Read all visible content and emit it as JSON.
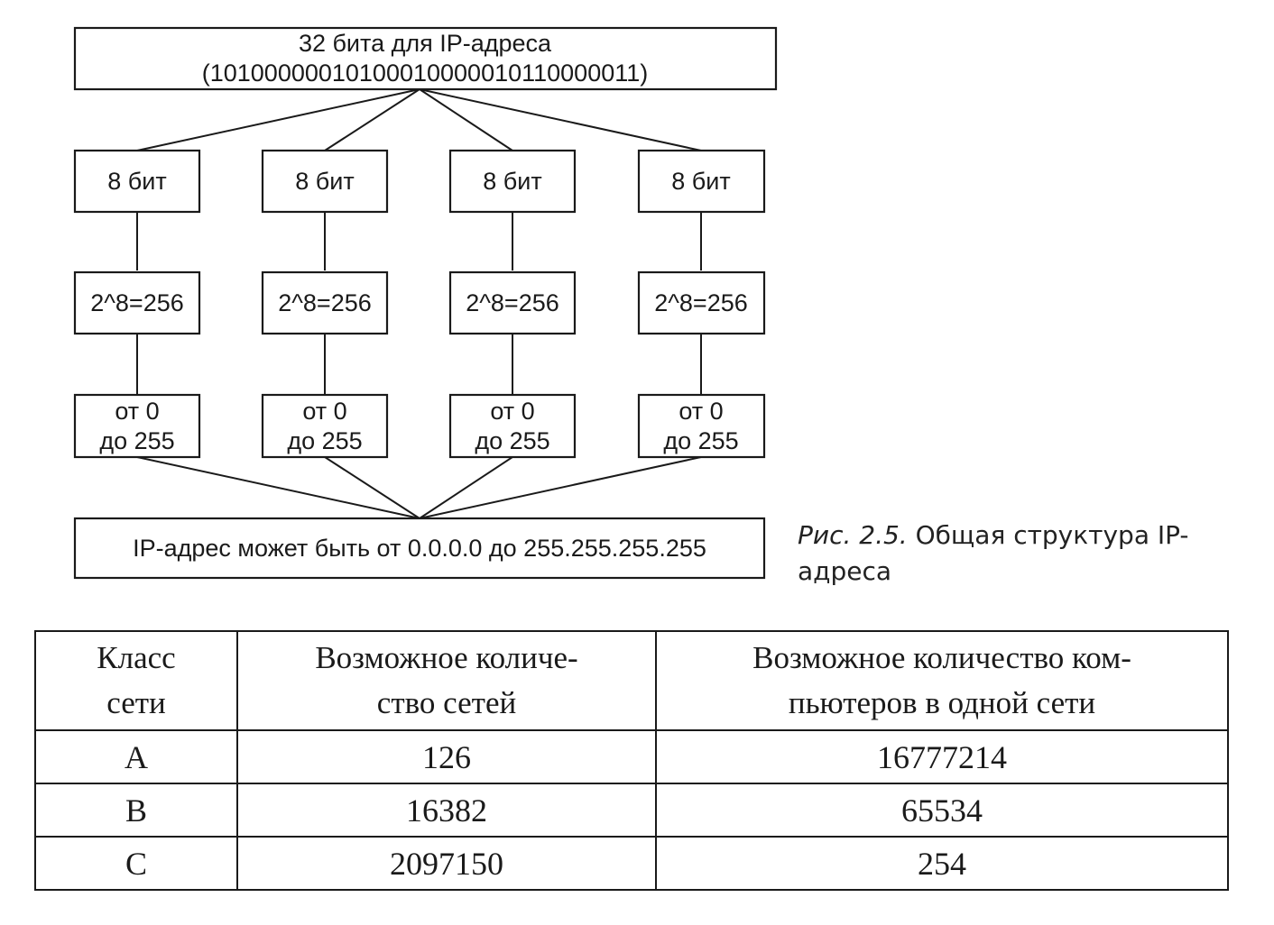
{
  "diagram": {
    "top_box": {
      "line1": "32 бита для IP-адреса",
      "line2": "(10100000010100010000010110000011)"
    },
    "octets": [
      {
        "bits": "8 бит",
        "formula": "2^8=256",
        "range_line1": "от 0",
        "range_line2": "до 255"
      },
      {
        "bits": "8 бит",
        "formula": "2^8=256",
        "range_line1": "от 0",
        "range_line2": "до 255"
      },
      {
        "bits": "8 бит",
        "formula": "2^8=256",
        "range_line1": "от 0",
        "range_line2": "до 255"
      },
      {
        "bits": "8 бит",
        "formula": "2^8=256",
        "range_line1": "от 0",
        "range_line2": "до 255"
      }
    ],
    "bottom_box": "IP-адрес может быть от 0.0.0.0 до 255.255.255.255"
  },
  "caption": {
    "number": "Рис. 2.5.",
    "text": "Общая структура IP-адреса"
  },
  "table": {
    "headers": [
      {
        "line1": "Класс",
        "line2": "сети"
      },
      {
        "line1": "Возможное количе-",
        "line2": "ство сетей"
      },
      {
        "line1": "Возможное количество ком-",
        "line2": "пьютеров в одной сети"
      }
    ],
    "rows": [
      [
        "A",
        "126",
        "16777214"
      ],
      [
        "B",
        "16382",
        "65534"
      ],
      [
        "C",
        "2097150",
        "254"
      ]
    ]
  }
}
